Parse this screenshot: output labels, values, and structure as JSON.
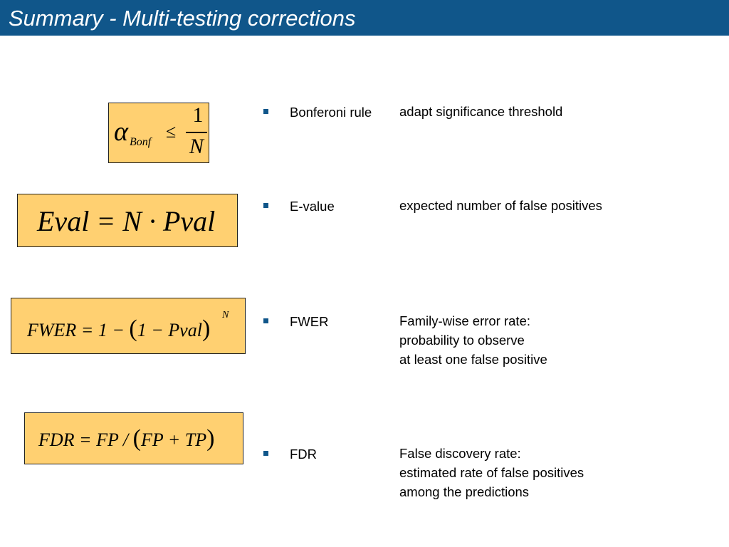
{
  "slide": {
    "title": "Summary - Multi-testing corrections",
    "accent_color": "#10568a",
    "formula_box_color": "#ffd071"
  },
  "formulas": {
    "bonferroni": {
      "alpha": "α",
      "subscript": "Bonf",
      "relation": "≤",
      "numerator": "1",
      "denominator": "N"
    },
    "evalue": {
      "expression": "Eval =  N · Pval"
    },
    "fwer": {
      "lhs": "FWER = 1 − ",
      "open": "(",
      "inner": "1 − Pval",
      "close": ")",
      "exponent": "N"
    },
    "fdr": {
      "lhs": "FDR = FP / ",
      "open": "(",
      "inner": "FP + TP",
      "close": ")"
    }
  },
  "bullets": [
    {
      "term": "Bonferoni rule",
      "description": [
        "adapt significance threshold"
      ]
    },
    {
      "term": "E-value",
      "description": [
        "expected number of false positives"
      ]
    },
    {
      "term": "FWER",
      "description": [
        "Family-wise error rate:",
        "probability to observe",
        "at least one false positive"
      ]
    },
    {
      "term": "FDR",
      "description": [
        "False discovery rate:",
        "estimated rate of false positives",
        "among the predictions"
      ]
    }
  ]
}
